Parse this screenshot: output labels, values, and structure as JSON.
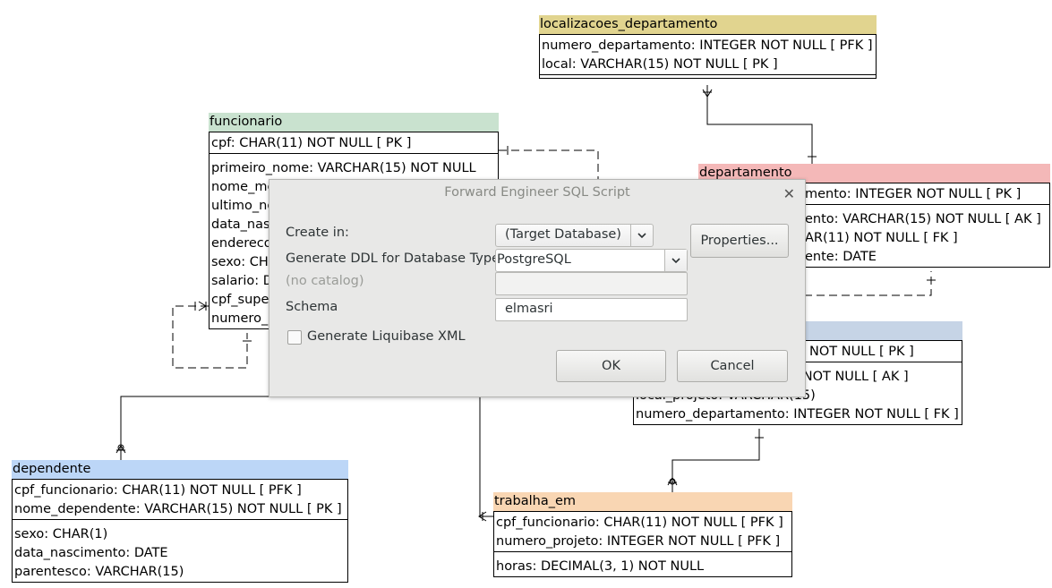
{
  "entities": {
    "localizacoes_departamento": {
      "name": "localizacoes_departamento",
      "header_color": "#e1d48f",
      "pk_rows": [
        "numero_departamento: INTEGER   NOT NULL  [ PFK ]",
        "local: VARCHAR(15)   NOT NULL  [ PK ]"
      ],
      "attr_rows": []
    },
    "funcionario": {
      "name": "funcionario",
      "header_color": "#c9e2cf",
      "pk_rows": [
        "cpf: CHAR(11)   NOT NULL  [ PK ]"
      ],
      "attr_rows": [
        "primeiro_nome: VARCHAR(15)   NOT NULL",
        "nome_me",
        "ultimo_no",
        "data_nas",
        "endereco",
        "sexo: CHA",
        "salario: D",
        "cpf_super",
        "numero_d"
      ]
    },
    "departamento": {
      "name": "departamento",
      "header_color": "#f4b8b8",
      "pk_rows": [
        "mento: INTEGER   NOT NULL  [ PK ]"
      ],
      "attr_rows": [
        "ento: VARCHAR(15)   NOT NULL  [ AK ]",
        "AR(11)   NOT NULL  [ FK ]",
        "ente: DATE"
      ]
    },
    "projeto": {
      "name": "",
      "header_color": "#c6d4e6",
      "pk_rows": [
        "NOT NULL  [ PK ]"
      ],
      "attr_rows": [
        "15)   NOT NULL  [ AK ]",
        "local_projeto: VARCHAR(15)",
        "numero_departamento: INTEGER   NOT NULL  [ FK ]"
      ]
    },
    "dependente": {
      "name": "dependente",
      "header_color": "#bcd6f7",
      "pk_rows": [
        "cpf_funcionario: CHAR(11)   NOT NULL  [ PFK ]",
        "nome_dependente: VARCHAR(15)   NOT NULL  [ PK ]"
      ],
      "attr_rows": [
        "sexo: CHAR(1)",
        "data_nascimento: DATE",
        "parentesco: VARCHAR(15)"
      ]
    },
    "trabalha_em": {
      "name": "trabalha_em",
      "header_color": "#f9d6b3",
      "pk_rows": [
        "cpf_funcionario: CHAR(11)   NOT NULL  [ PFK ]",
        "numero_projeto: INTEGER   NOT NULL  [ PFK ]"
      ],
      "attr_rows": [
        "horas: DECIMAL(3, 1)   NOT NULL"
      ]
    }
  },
  "dialog": {
    "title": "Forward Engineer SQL Script",
    "close_icon": "close-icon",
    "create_in_label": "Create in:",
    "create_in_value": "(Target Database)",
    "properties_label": "Properties...",
    "ddl_type_label": "Generate DDL for Database Type:",
    "ddl_type_value": "PostgreSQL",
    "catalog_label": "(no catalog)",
    "catalog_value": "",
    "schema_label": "Schema",
    "schema_value": "elmasri",
    "liquibase_label": "Generate Liquibase XML",
    "liquibase_checked": false,
    "ok_label": "OK",
    "cancel_label": "Cancel"
  }
}
